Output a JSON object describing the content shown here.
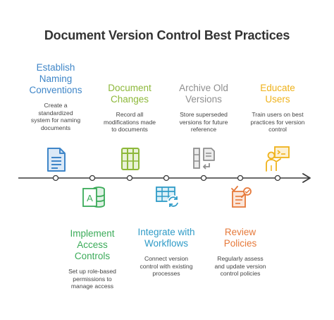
{
  "title": "Document Version Control Best Practices",
  "steps": [
    {
      "title": "Establish\nNaming\nConventions",
      "description": "Create a\nstandardized\nsystem for naming\ndocuments",
      "color": "#3f86c8",
      "icon": "document-lines-icon"
    },
    {
      "title": "Implement\nAccess\nControls",
      "description": "Set up role-based\npermissions to\nmanage access",
      "color": "#3bab59",
      "icon": "access-table-icon"
    },
    {
      "title": "Document\nChanges",
      "description": "Record all\nmodifications made\nto documents",
      "color": "#8db83a",
      "icon": "spreadsheet-grid-icon"
    },
    {
      "title": "Integrate with\nWorkflows",
      "description": "Connect version\ncontrol with existing\nprocesses",
      "color": "#2f9bc7",
      "icon": "table-sync-icon"
    },
    {
      "title": "Archive Old\nVersions",
      "description": "Store superseded\nversions for future\nreference",
      "color": "#8f8f8f",
      "icon": "archive-columns-icon"
    },
    {
      "title": "Review\nPolicies",
      "description": "Regularly assess\nand update version\ncontrol policies",
      "color": "#e6793a",
      "icon": "review-checklist-icon"
    },
    {
      "title": "Educate\nUsers",
      "description": "Train users on best\npractices for version\ncontrol",
      "color": "#efb21b",
      "icon": "presenter-board-icon"
    }
  ]
}
